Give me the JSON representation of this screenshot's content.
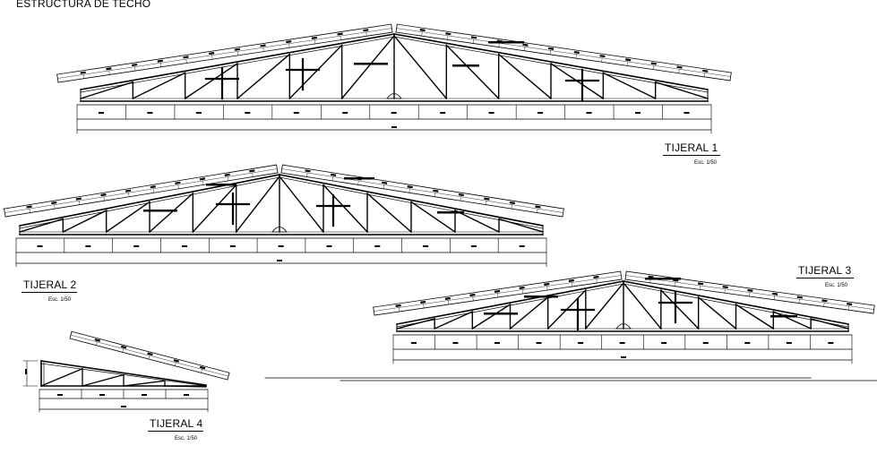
{
  "sheet_title": "ESTRUCTURA DE TECHO",
  "trusses": [
    {
      "label": "TIJERAL 1",
      "scale": "Esc. 1/50"
    },
    {
      "label": "TIJERAL 2",
      "scale": "Esc. 1/50"
    },
    {
      "label": "TIJERAL 3",
      "scale": "Esc. 1/50"
    },
    {
      "label": "TIJERAL 4",
      "scale": "Esc. 1/50"
    }
  ],
  "colors": {
    "line": "#000000",
    "background": "#ffffff"
  }
}
